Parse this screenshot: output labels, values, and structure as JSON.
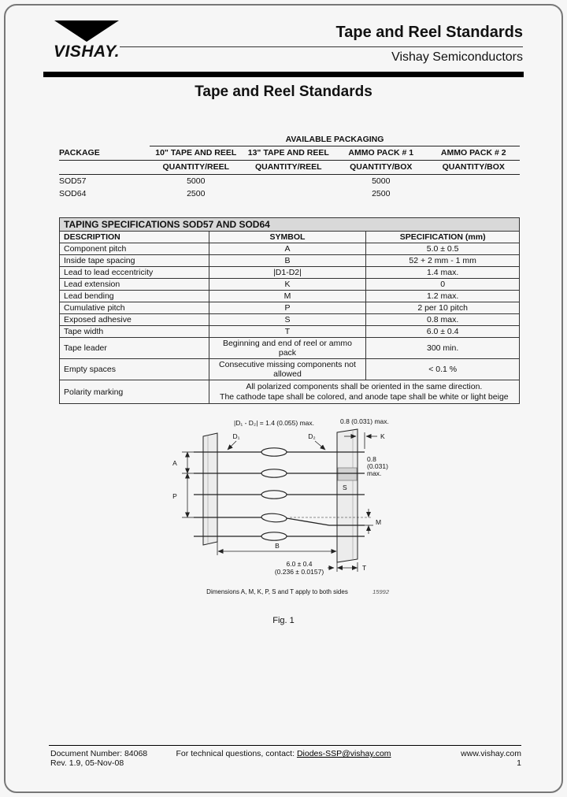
{
  "header": {
    "logo": "VISHAY.",
    "doc_title": "Tape and Reel Standards",
    "brand": "Vishay Semiconductors"
  },
  "main_title": "Tape and Reel Standards",
  "packaging": {
    "section_title": "AVAILABLE PACKAGING",
    "package_header": "PACKAGE",
    "col1": "10\" TAPE AND REEL",
    "col1_sub": "QUANTITY/REEL",
    "col2": "13\" TAPE AND REEL",
    "col2_sub": "QUANTITY/REEL",
    "col3": "AMMO PACK # 1",
    "col3_sub": "QUANTITY/BOX",
    "col4": "AMMO PACK # 2",
    "col4_sub": "QUANTITY/BOX",
    "rows": [
      {
        "package": "SOD57",
        "reel10": "5000",
        "reel13": "",
        "ammo1": "5000",
        "ammo2": ""
      },
      {
        "package": "SOD64",
        "reel10": "2500",
        "reel13": "",
        "ammo1": "2500",
        "ammo2": ""
      }
    ]
  },
  "taping": {
    "title": "TAPING SPECIFICATIONS SOD57 AND SOD64",
    "headers": [
      "DESCRIPTION",
      "SYMBOL",
      "SPECIFICATION (mm)"
    ],
    "rows": [
      [
        "Component pitch",
        "A",
        "5.0 ± 0.5"
      ],
      [
        "Inside tape spacing",
        "B",
        "52 + 2 mm - 1 mm"
      ],
      [
        "Lead to lead eccentricity",
        "|D1-D2|",
        "1.4 max."
      ],
      [
        "Lead extension",
        "K",
        "0"
      ],
      [
        "Lead bending",
        "M",
        "1.2 max."
      ],
      [
        "Cumulative pitch",
        "P",
        "2 per 10 pitch"
      ],
      [
        "Exposed adhesive",
        "S",
        "0.8 max."
      ],
      [
        "Tape width",
        "T",
        "6.0 ± 0.4"
      ],
      [
        "Tape leader",
        "Beginning and end of reel or ammo pack",
        "300 min."
      ],
      [
        "Empty spaces",
        "Consecutive missing components not allowed",
        "< 0.1 %"
      ]
    ],
    "polarity": {
      "label": "Polarity marking",
      "line1": "All polarized components shall be oriented in the same direction.",
      "line2": "The cathode tape shall be colored, and anode tape shall be white or light beige"
    }
  },
  "figure": {
    "caption": "Fig. 1",
    "note": "Dimensions A, M, K, P, S and T apply to both sides",
    "drawing_number": "15992",
    "labels": {
      "d_formula": "|D₁ - D₂| = 1.4 (0.055) max.",
      "d1": "D₁",
      "d2": "D₂",
      "k": "K",
      "k_max": "0.8 (0.031) max.",
      "s": "S",
      "s_val1": "0.8",
      "s_val2": "(0.031)",
      "s_val3": "max.",
      "m": "M",
      "a": "A",
      "p": "P",
      "b": "B",
      "t": "T",
      "t_val1": "6.0 ± 0.4",
      "t_val2": "(0.236 ± 0.0157)"
    }
  },
  "footer": {
    "doc_number": "Document Number: 84068",
    "revision": "Rev. 1.9, 05-Nov-08",
    "contact_text": "For technical questions, contact:",
    "contact_email": "Diodes-SSP@vishay.com",
    "website": "www.vishay.com",
    "page": "1"
  },
  "colors": {
    "header_bar": "#000000",
    "table_title_bg": "#d9d9d9",
    "page_bg": "#f6f6f6"
  }
}
